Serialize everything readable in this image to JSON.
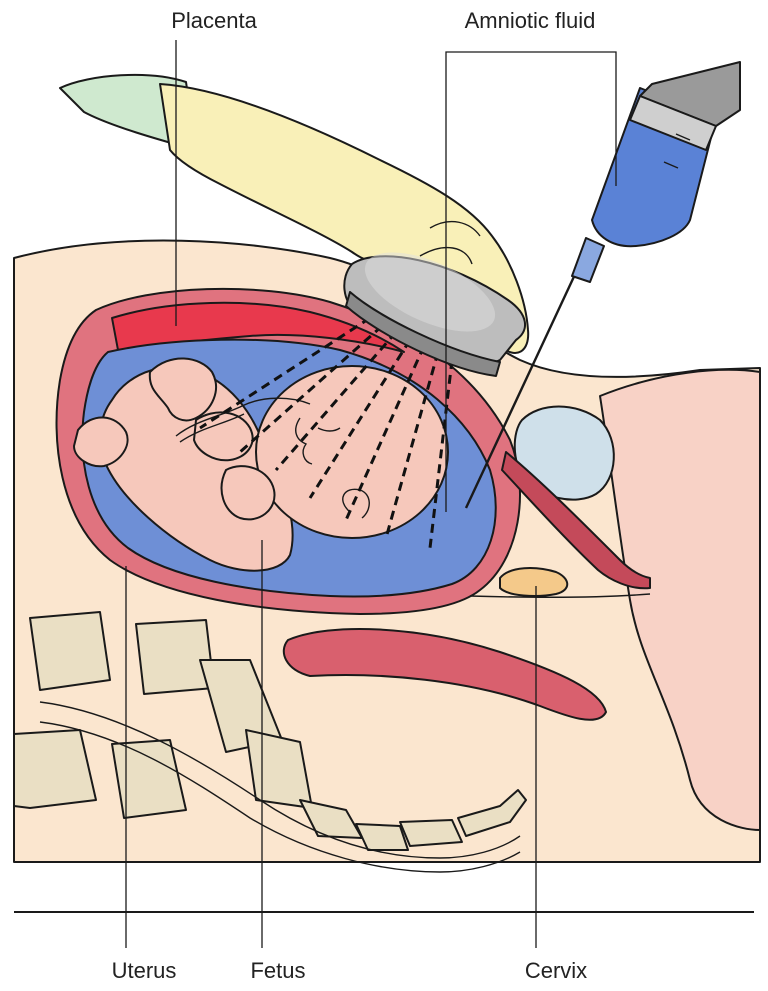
{
  "labels": {
    "placenta": "Placenta",
    "amniotic_fluid": "Amniotic fluid",
    "uterus": "Uterus",
    "fetus": "Fetus",
    "cervix": "Cervix"
  },
  "colors": {
    "skin": "#fbe6cf",
    "uterine_wall": "#e0737f",
    "placenta": "#e8394d",
    "amniotic_fluid": "#6e8fd6",
    "fetus": "#f6c8bb",
    "bladder": "#cfe0ea",
    "bone": "#eadfc4",
    "glove": "#f9f0b8",
    "probe": "#9a9a9a",
    "syringe_fluid": "#5a82d6"
  }
}
